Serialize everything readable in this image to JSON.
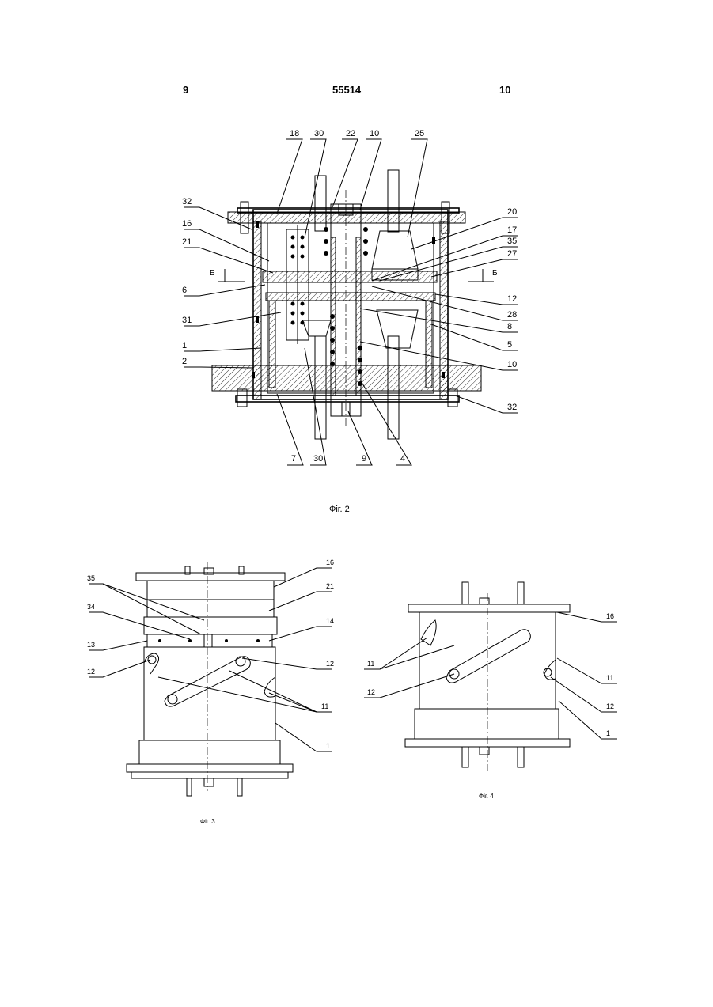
{
  "header": {
    "left_page": "9",
    "patent_number": "55514",
    "right_page": "10"
  },
  "figures": {
    "fig2": {
      "caption": "Фіг. 2",
      "section_marks": [
        "Б",
        "Б"
      ],
      "labels_top": [
        "18",
        "30",
        "22",
        "10",
        "25"
      ],
      "labels_left": [
        "32",
        "16",
        "21",
        "6",
        "31",
        "1",
        "2"
      ],
      "labels_right": [
        "20",
        "17",
        "35",
        "27",
        "12",
        "28",
        "8",
        "5",
        "10",
        "32"
      ],
      "labels_bottom": [
        "7",
        "30",
        "9",
        "4"
      ]
    },
    "fig3": {
      "caption": "Фіг. 3",
      "labels_left": [
        "35",
        "34",
        "13",
        "12"
      ],
      "labels_right": [
        "16",
        "21",
        "14",
        "12",
        "11",
        "1"
      ]
    },
    "fig4": {
      "caption": "Фіг. 4",
      "labels_left": [
        "11",
        "12"
      ],
      "labels_right": [
        "16",
        "11",
        "12",
        "1"
      ]
    }
  }
}
